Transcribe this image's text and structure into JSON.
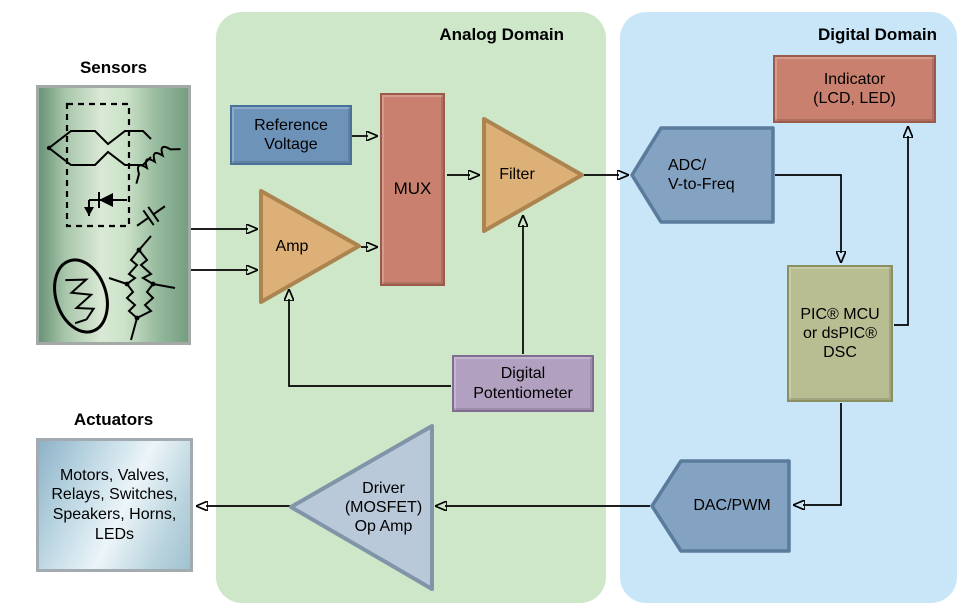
{
  "figure": {
    "description": "Signal chain block diagram: sensors through analog domain to digital domain and back to actuators"
  },
  "panels": {
    "analog": {
      "label": "Analog Domain",
      "color": "#cde7c8"
    },
    "digital": {
      "label": "Digital Domain",
      "color": "#c9e6f8"
    }
  },
  "sensors": {
    "title": "Sensors",
    "symbols": [
      "wheatstone-bridge",
      "inductor",
      "capacitor",
      "diode",
      "resistor-network",
      "thermistor"
    ]
  },
  "actuators": {
    "title": "Actuators",
    "label": "Motors, Valves,\nRelays, Switches,\nSpeakers, Horns,\nLEDs"
  },
  "blocks": {
    "reference_voltage": {
      "label": "Reference\nVoltage",
      "color": "#6e93b9"
    },
    "mux": {
      "label": "MUX",
      "color": "#c9806f"
    },
    "amp": {
      "label": "Amp",
      "color": "#ddb077"
    },
    "filter": {
      "label": "Filter",
      "color": "#ddb077"
    },
    "adc": {
      "label": "ADC/\nV-to-Freq",
      "color": "#84a2c1"
    },
    "indicator": {
      "label": "Indicator\n(LCD, LED)",
      "color": "#c9806f"
    },
    "pic_mcu": {
      "label": "PIC® MCU\nor dsPIC®\nDSC",
      "color": "#b9bd92"
    },
    "digital_potentiometer": {
      "label": "Digital\nPotentiometer",
      "color": "#b2a0c0"
    },
    "dac_pwm": {
      "label": "DAC/PWM",
      "color": "#84a2c1"
    },
    "driver": {
      "label": "Driver\n(MOSFET)\nOp Amp",
      "color": "#b9c9d9"
    }
  }
}
